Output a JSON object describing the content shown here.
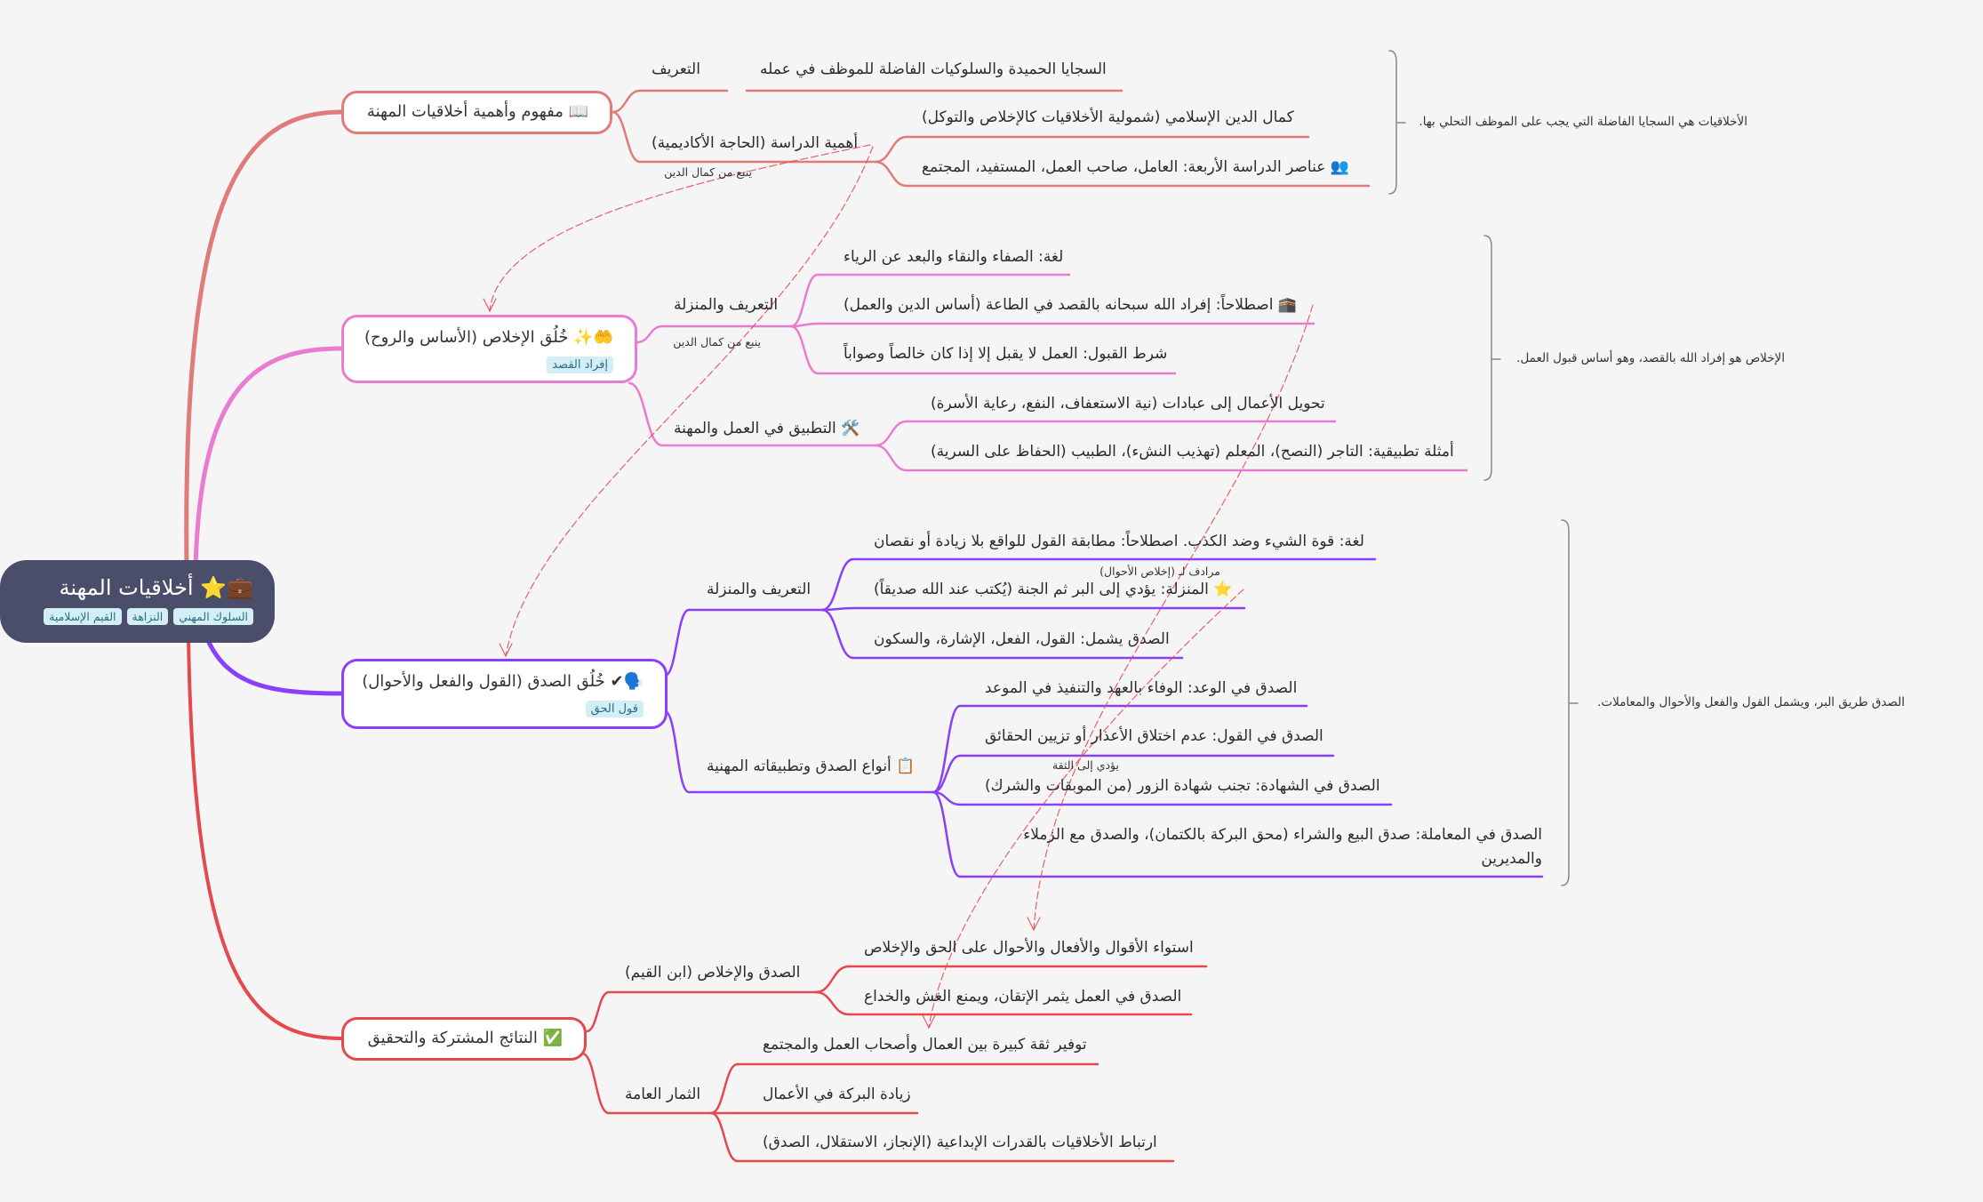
{
  "root": {
    "title": "💼⭐ أخلاقيات المهنة",
    "tags": [
      "السلوك المهني",
      "النزاهة",
      "القيم الإسلامية"
    ]
  },
  "branches": [
    {
      "title": "📖 مفهوم وأهمية أخلاقيات المهنة",
      "color": "#e07b7a",
      "summary": "الأخلاقيات هي السجايا الفاضلة التي يجب على الموظف التحلي بها.",
      "children": [
        {
          "label": "التعريف",
          "children": [
            "السجايا الحميدة والسلوكيات الفاضلة للموظف في عمله"
          ]
        },
        {
          "label": "أهمية الدراسة (الحاجة الأكاديمية)",
          "children": [
            "كمال الدين الإسلامي (شمولية الأخلاقيات كالإخلاص والتوكل)",
            "👥 عناصر الدراسة الأربعة: العامل، صاحب العمل، المستفيد، المجتمع"
          ]
        }
      ]
    },
    {
      "title": "🤲✨ خُلُق الإخلاص (الأساس والروح)",
      "tag": "إفراد القصد",
      "color": "#ea7bd2",
      "summary": "الإخلاص هو إفراد الله بالقصد، وهو أساس قبول العمل.",
      "children": [
        {
          "label": "التعريف والمنزلة",
          "children": [
            "لغة: الصفاء والنقاء والبعد عن الرياء",
            "🕋 اصطلاحاً: إفراد الله سبحانه بالقصد في الطاعة (أساس الدين والعمل)",
            "شرط القبول: العمل لا يقبل إلا إذا كان خالصاً وصواباً"
          ]
        },
        {
          "label": "🛠️ التطبيق في العمل والمهنة",
          "children": [
            "تحويل الأعمال إلى عبادات (نية الاستعفاف، النفع، رعاية الأسرة)",
            "أمثلة تطبيقية: التاجر (النصح)، المعلم (تهذيب النشء)، الطبيب (الحفاظ على السرية)"
          ]
        }
      ]
    },
    {
      "title": "🗣️✔ خُلُق الصدق (القول والفعل والأحوال)",
      "tag": "قول الحق",
      "color": "#8a3ffc",
      "summary": "الصدق طريق البر، ويشمل القول والفعل والأحوال والمعاملات.",
      "children": [
        {
          "label": "التعريف والمنزلة",
          "children": [
            "لغة: قوة الشيء وضد الكذب. اصطلاحاً: مطابقة القول للواقع بلا زيادة أو نقصان",
            "⭐ المنزلة: يؤدي إلى البر ثم الجنة (يُكتب عند الله صديقاً)",
            "الصدق يشمل: القول، الفعل، الإشارة، والسكون"
          ]
        },
        {
          "label": "📋 أنواع الصدق وتطبيقاته المهنية",
          "children": [
            "الصدق في الوعد: الوفاء بالعهد والتنفيذ في الموعد",
            "الصدق في القول: عدم اختلاق الأعذار أو تزيين الحقائق",
            "الصدق في الشهادة: تجنب شهادة الزور (من الموبقات والشرك)",
            "الصدق في المعاملة: صدق البيع والشراء (محق البركة بالكتمان)، والصدق مع الزملاء والمديرين"
          ]
        }
      ]
    },
    {
      "title": "✅ النتائج المشتركة والتحقيق",
      "color": "#e5484d",
      "children": [
        {
          "label": "الصدق والإخلاص (ابن القيم)",
          "children": [
            "استواء الأقوال والأفعال والأحوال على الحق والإخلاص",
            "الصدق في العمل يثمر الإتقان، ويمنع الغش والخداع"
          ]
        },
        {
          "label": "الثمار العامة",
          "children": [
            "توفير ثقة كبيرة بين العمال وأصحاب العمل والمجتمع",
            "زيادة البركة في الأعمال",
            "ارتباط الأخلاقيات بالقدرات الإبداعية (الإنجاز، الاستقلال، الصدق)"
          ]
        }
      ]
    }
  ],
  "relations": [
    {
      "label": "ينبع من كمال الدين"
    },
    {
      "label": "ينبع من كمال الدين"
    },
    {
      "label": "مرادف لـ (إخلاص الأحوال)"
    },
    {
      "label": "يؤدي إلى الثقة"
    }
  ],
  "relation_color": "#e5484d",
  "background": "#f5f5f5"
}
